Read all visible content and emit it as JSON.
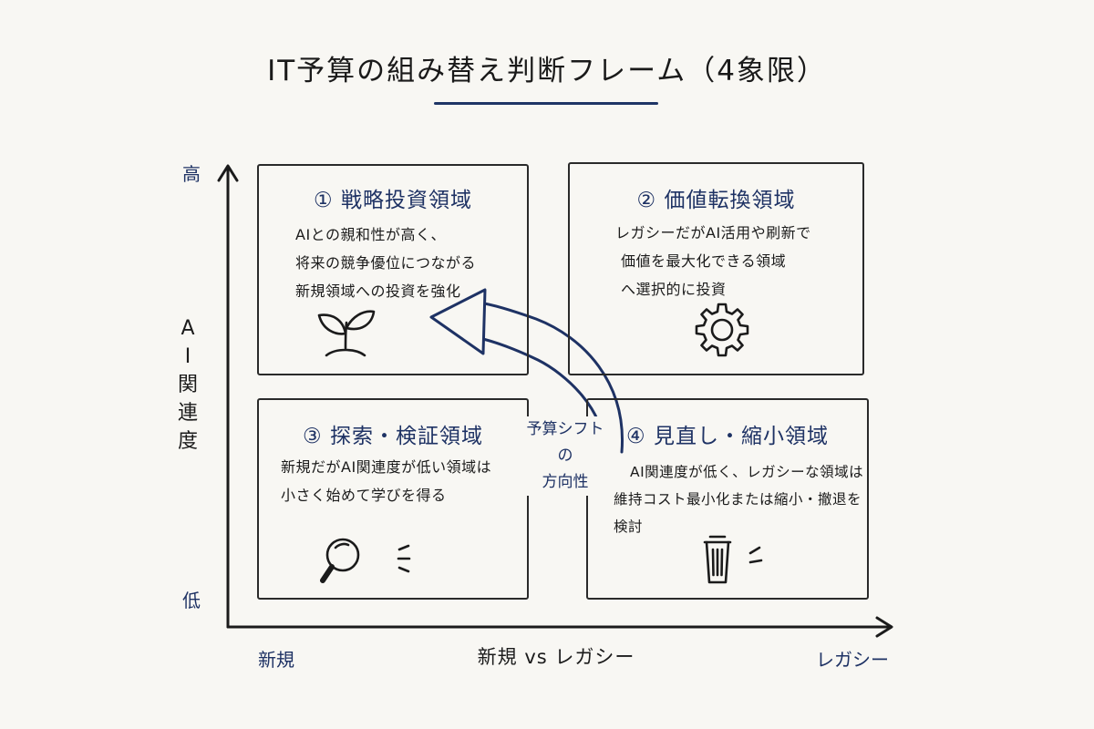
{
  "title": "IT予算の組み替え判断フレーム（4象限）",
  "y_axis": {
    "label_chars": [
      "A",
      "I",
      "関",
      "連",
      "度"
    ],
    "high": "高",
    "low": "低"
  },
  "x_axis": {
    "label": "新規 vs レガシー",
    "left": "新規",
    "right": "レガシー"
  },
  "arrow_label": {
    "line1": "予算シフトの",
    "line2": "方向性"
  },
  "quadrants": [
    {
      "title": "① 戦略投資領域",
      "lines": [
        "AIとの親和性が高く、",
        "将来の競争優位につながる",
        "新規領域への投資を強化"
      ],
      "icon": "sprout-icon"
    },
    {
      "title": "② 価値転換領域",
      "lines": [
        "レガシーだがAI活用や刷新で",
        "価値を最大化できる領域",
        "へ選択的に投資"
      ],
      "icon": "gear-icon"
    },
    {
      "title": "③ 探索・検証領域",
      "lines": [
        "新規だがAI関連度が低い領域は",
        "小さく始めて学びを得る"
      ],
      "icon": "magnifier-icon"
    },
    {
      "title": "④ 見直し・縮小領域",
      "lines": [
        "AI関連度が低く、レガシーな領域は",
        "維持コスト最小化または縮小・撤退を",
        "検討"
      ],
      "icon": "trash-can-icon"
    }
  ],
  "colors": {
    "accent": "#1e3264",
    "ink": "#1b1b1b",
    "background": "#f8f7f3"
  }
}
